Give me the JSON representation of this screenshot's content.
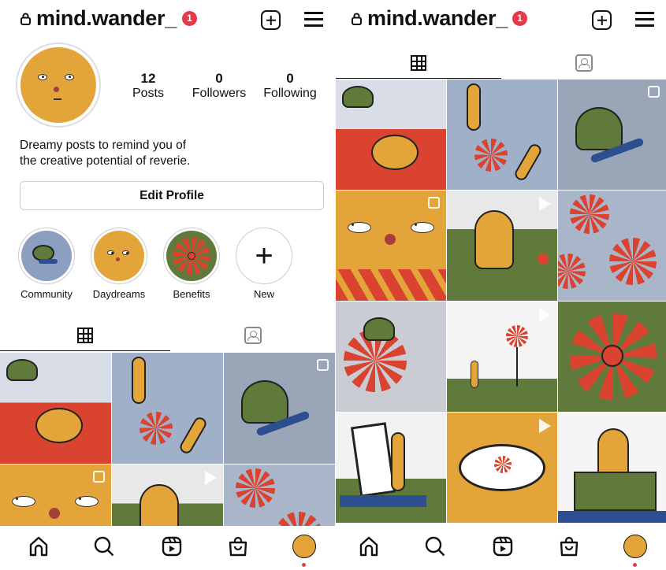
{
  "left": {
    "header": {
      "username": "mind.wander_",
      "notification_count": "1"
    },
    "profile": {
      "stats": [
        {
          "value": "12",
          "label": "Posts"
        },
        {
          "value": "0",
          "label": "Followers"
        },
        {
          "value": "0",
          "label": "Following"
        }
      ],
      "bio_line1": "Dreamy posts to remind you of",
      "bio_line2": "the creative potential of reverie.",
      "edit_profile": "Edit Profile"
    },
    "highlights": [
      {
        "label": "Community"
      },
      {
        "label": "Daydreams"
      },
      {
        "label": "Benefits"
      },
      {
        "label": "New"
      }
    ]
  },
  "right": {
    "header": {
      "username": "mind.wander_",
      "notification_count": "1"
    }
  },
  "nav_icons": [
    "home-icon",
    "search-icon",
    "reels-icon",
    "shop-icon",
    "profile-avatar"
  ],
  "colors": {
    "accent": "#e8394a",
    "mustard": "#e3a43a",
    "grass": "#5f7a3a",
    "petal": "#d9432f",
    "sky": "#9fb0c8"
  }
}
